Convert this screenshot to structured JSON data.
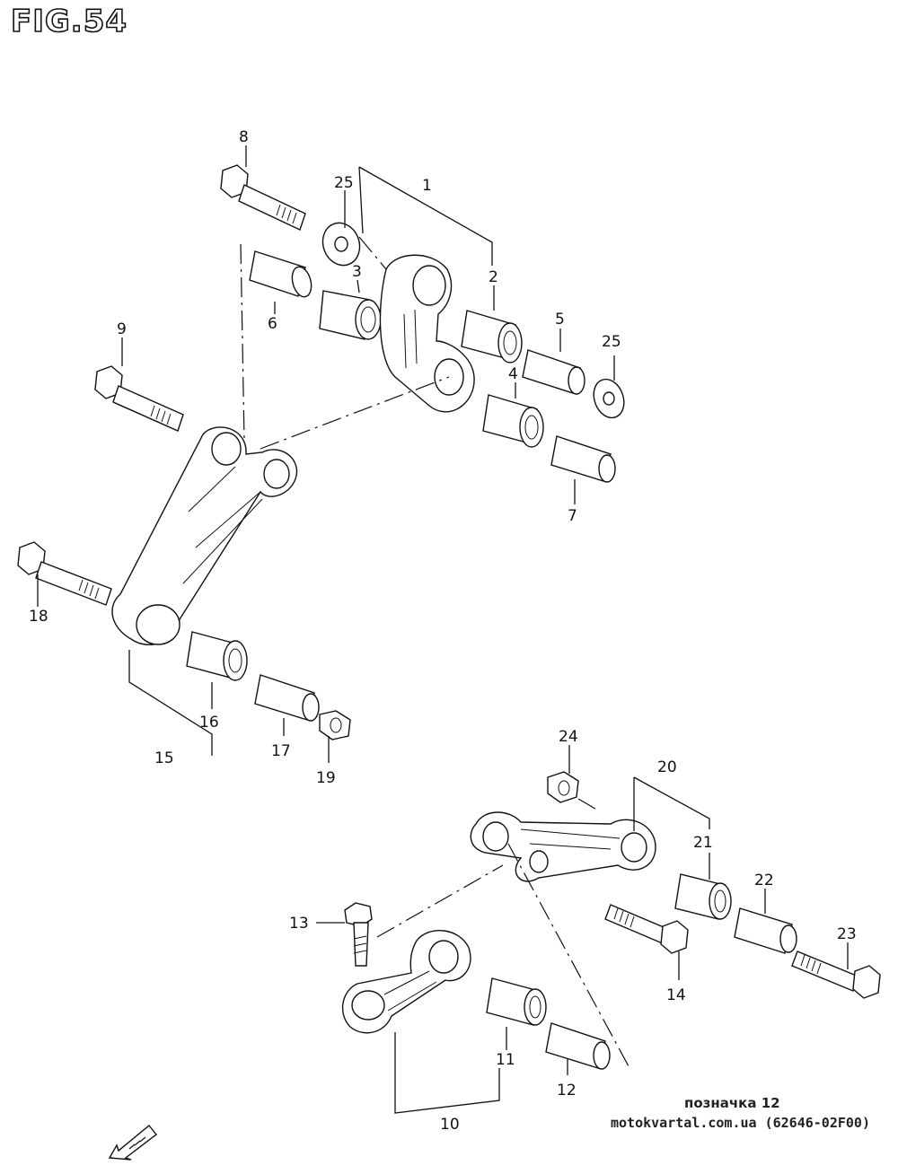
{
  "figure": {
    "title": "FIG.54"
  },
  "callouts": [
    "8",
    "25",
    "1",
    "3",
    "2",
    "6",
    "5",
    "25",
    "9",
    "4",
    "7",
    "18",
    "16",
    "15",
    "17",
    "19",
    "24",
    "20",
    "21",
    "22",
    "13",
    "23",
    "14",
    "11",
    "12",
    "10"
  ],
  "footer": {
    "mark": "позначка 12",
    "source": "motokvartal.com.ua (62646-02F00)"
  },
  "icons": [
    "fwd-arrow-icon"
  ]
}
